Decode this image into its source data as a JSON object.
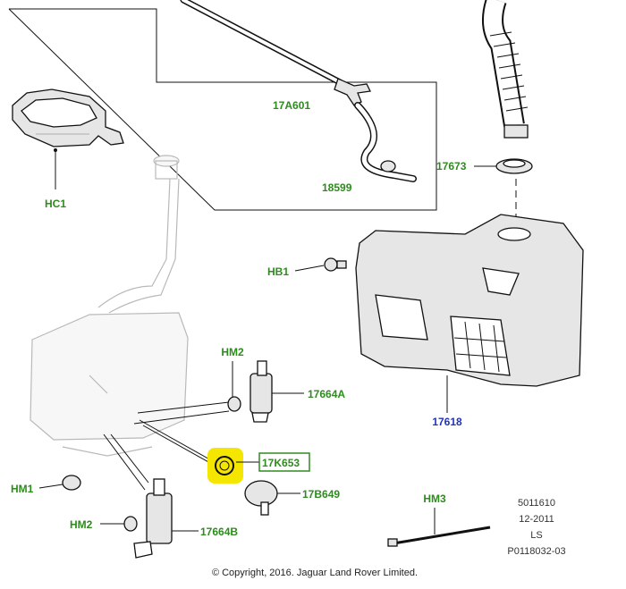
{
  "callouts": {
    "hc1": "HC1",
    "p17a601": "17A601",
    "p18599": "18599",
    "p17673": "17673",
    "hb1": "HB1",
    "p17618": "17618",
    "hm2_top": "HM2",
    "p17664a": "17664A",
    "p17k653": "17K653",
    "p17b649": "17B649",
    "hm1": "HM1",
    "hm2_bottom": "HM2",
    "p17664b": "17664B",
    "hm3": "HM3"
  },
  "reference": {
    "line1": "5011610",
    "line2": "12-2011",
    "line3": "LS",
    "line4": "P0118032-03"
  },
  "copyright": "© Copyright, 2016. Jaguar Land Rover Limited.",
  "colors": {
    "callout_green": "#2e8b1e",
    "callout_blue": "#2233bb",
    "highlight_yellow": "#f5e600"
  }
}
